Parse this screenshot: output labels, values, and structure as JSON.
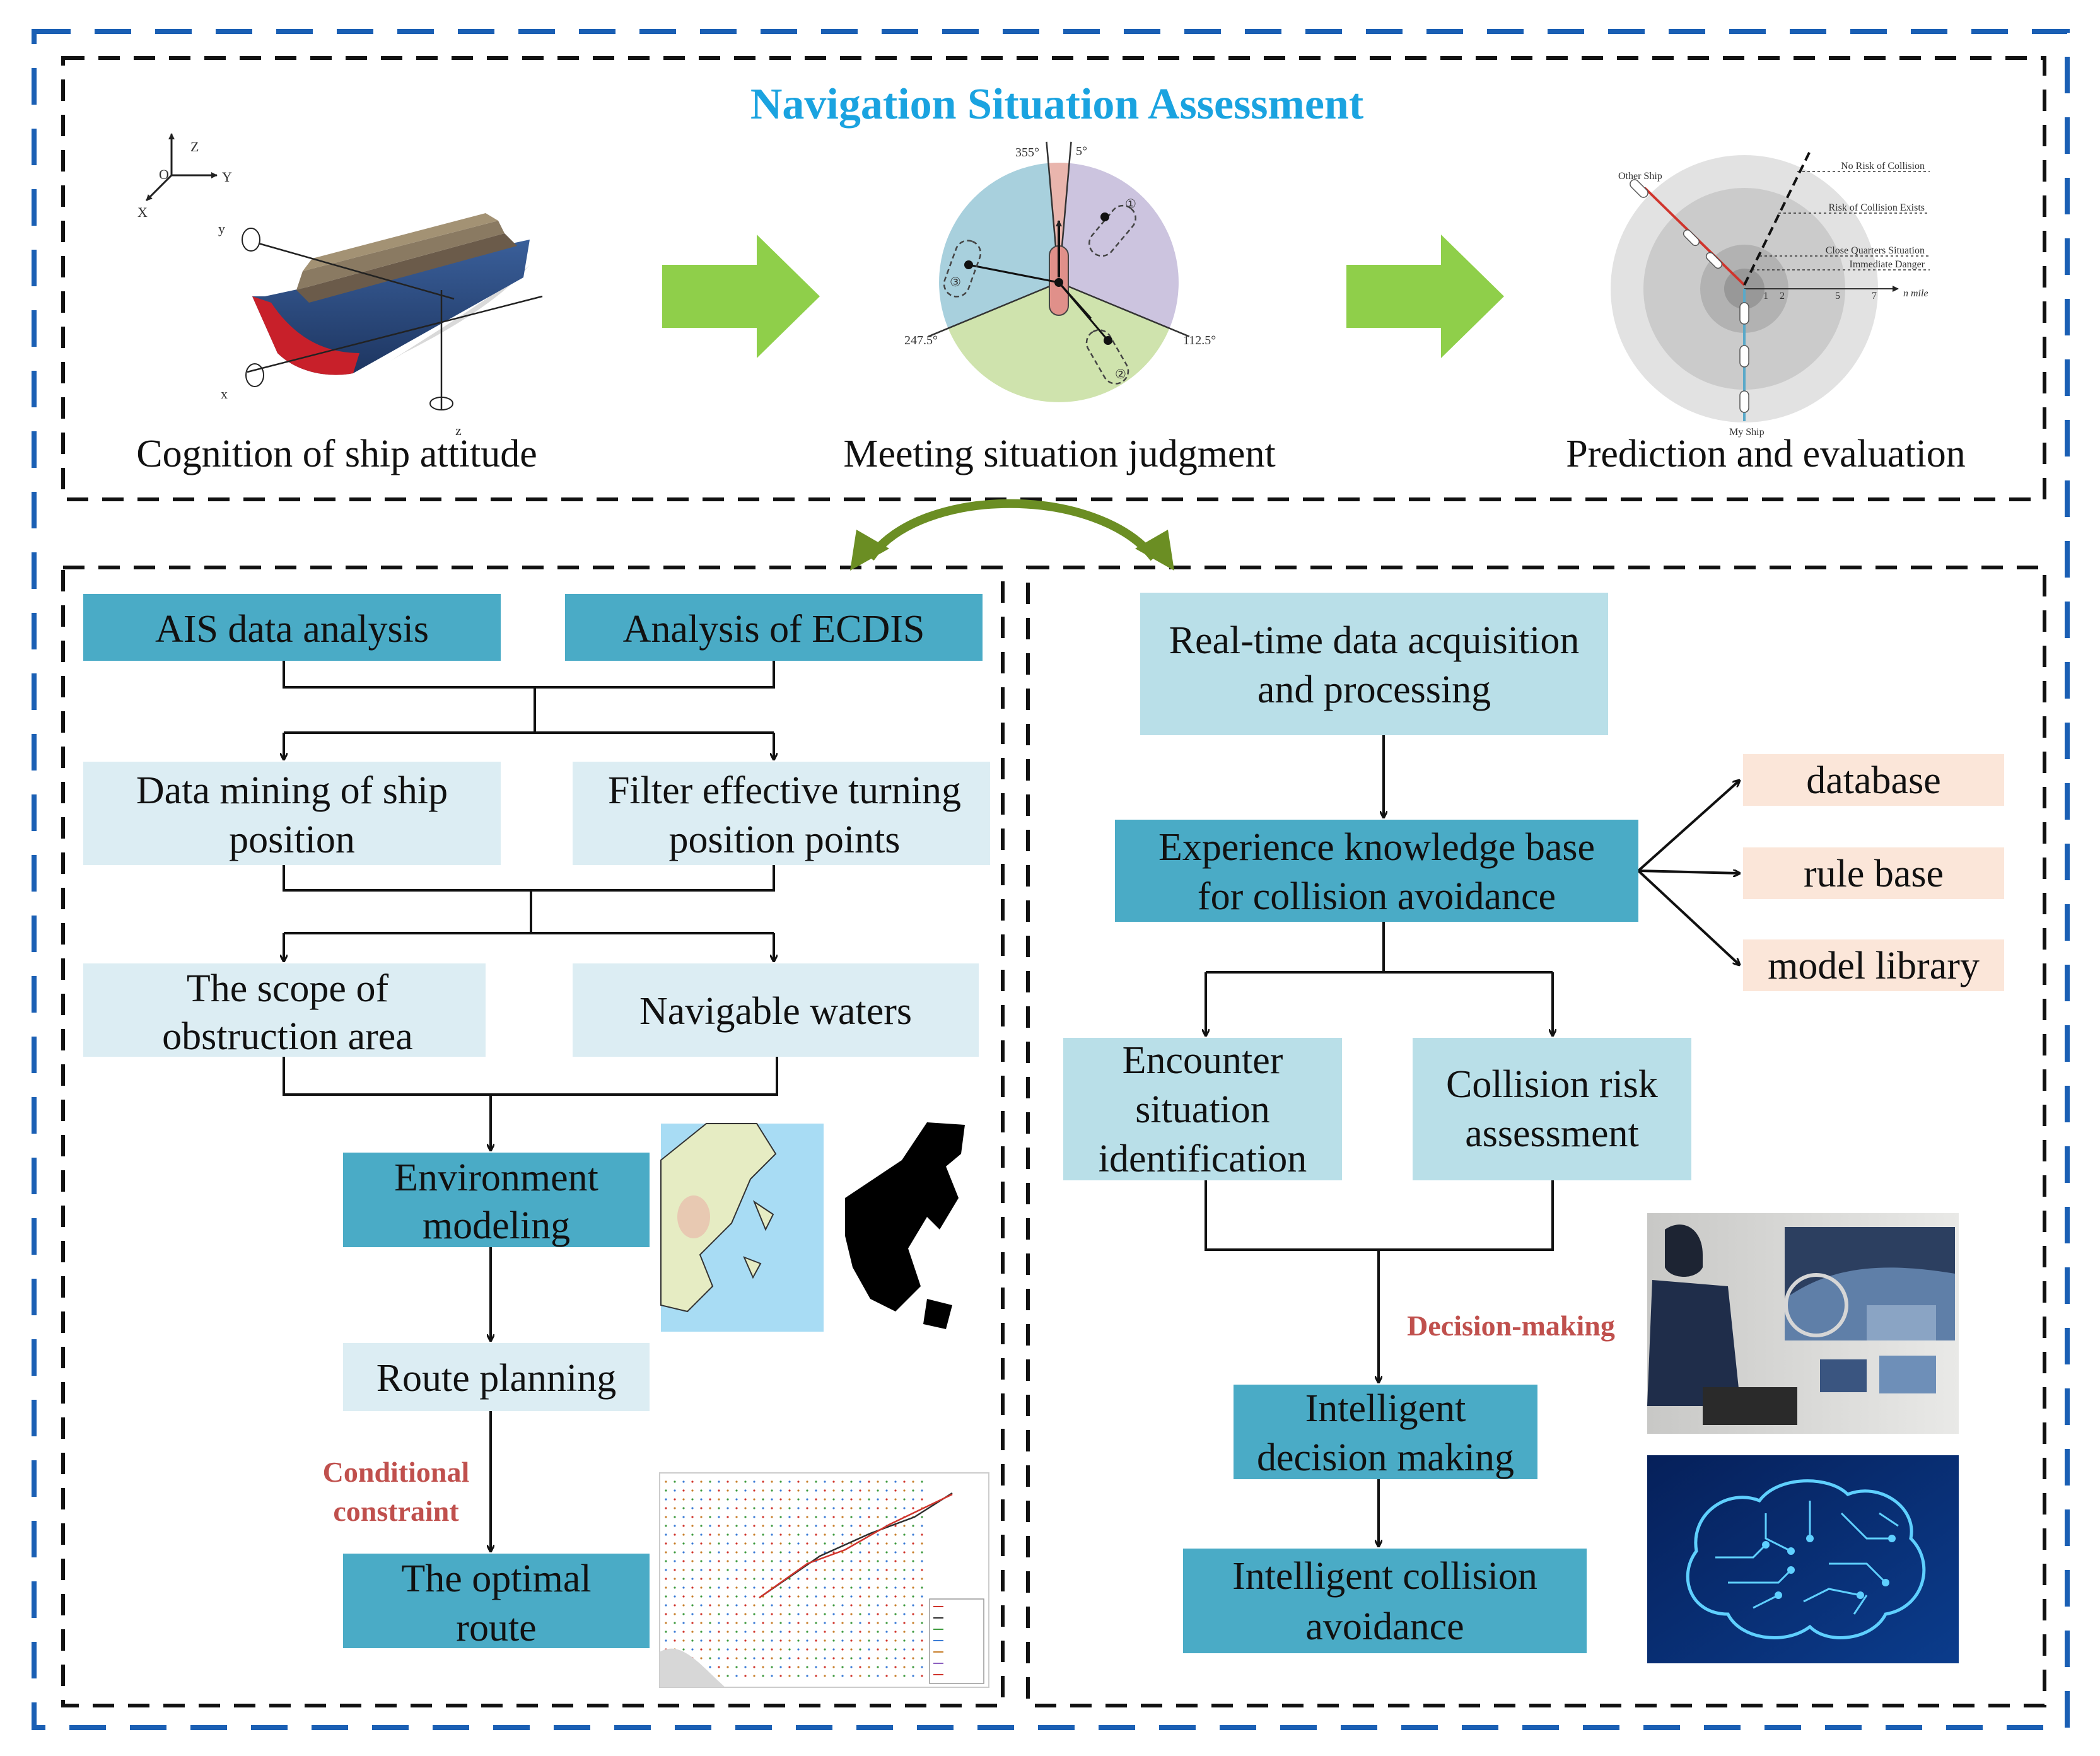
{
  "title": "Navigation Situation Assessment",
  "colors": {
    "title": "#1aa3e0",
    "blue_frame": "#1a5fb4",
    "dark_box": "#4aabc6",
    "light_box": "#dcedf3",
    "mid_box": "#b9dfe8",
    "peach_box": "#fbe6d9",
    "arrow_green": "#8fcf4a",
    "curve_green": "#6b8e23",
    "red_label": "#c0504d"
  },
  "top_panel": {
    "cognition": {
      "caption": "Cognition of ship attitude",
      "axes": {
        "z": "Z",
        "o": "O",
        "y": "Y",
        "x": "X",
        "y_small": "y",
        "x_small": "x",
        "z_small": "z"
      }
    },
    "meeting": {
      "caption": "Meeting situation judgment",
      "angles": {
        "a355": "355°",
        "a5": "5°",
        "a247": "247.5°",
        "a112": "112.5°"
      },
      "ships": {
        "s1": "①",
        "s2": "②",
        "s3": "③"
      }
    },
    "prediction": {
      "caption": "Prediction and evaluation",
      "other_ship": "Other Ship",
      "my_ship": "My Ship",
      "levels": [
        "No Risk of Collision",
        "Risk of Collision Exists",
        "Close Quarters Situation",
        "Immediate Danger"
      ],
      "ticks": [
        "1",
        "2",
        "5",
        "7"
      ],
      "unit": "n mile"
    }
  },
  "left_panel": {
    "ais": "AIS data analysis",
    "ecdis": "Analysis of ECDIS",
    "mining": [
      "Data mining of ship",
      "position"
    ],
    "filter": [
      "Filter effective turning",
      "position points"
    ],
    "scope": [
      "The scope of",
      "obstruction area"
    ],
    "navigable": "Navigable waters",
    "env": [
      "Environment",
      "modeling"
    ],
    "route_planning": "Route planning",
    "conditional": [
      "Conditional",
      "constraint"
    ],
    "optimal": [
      "The optimal",
      "route"
    ]
  },
  "right_panel": {
    "realtime": [
      "Real-time data acquisition",
      "and processing"
    ],
    "experience": [
      "Experience knowledge base",
      "for collision avoidance"
    ],
    "database": "database",
    "rule_base": "rule base",
    "model_library": "model library",
    "encounter": [
      "Encounter",
      "situation",
      "identification"
    ],
    "collision_risk": [
      "Collision risk",
      "assessment"
    ],
    "decision_label": "Decision-making",
    "intelligent_decision": [
      "Intelligent",
      "decision making"
    ],
    "intelligent_avoidance": [
      "Intelligent collision",
      "avoidance"
    ]
  }
}
